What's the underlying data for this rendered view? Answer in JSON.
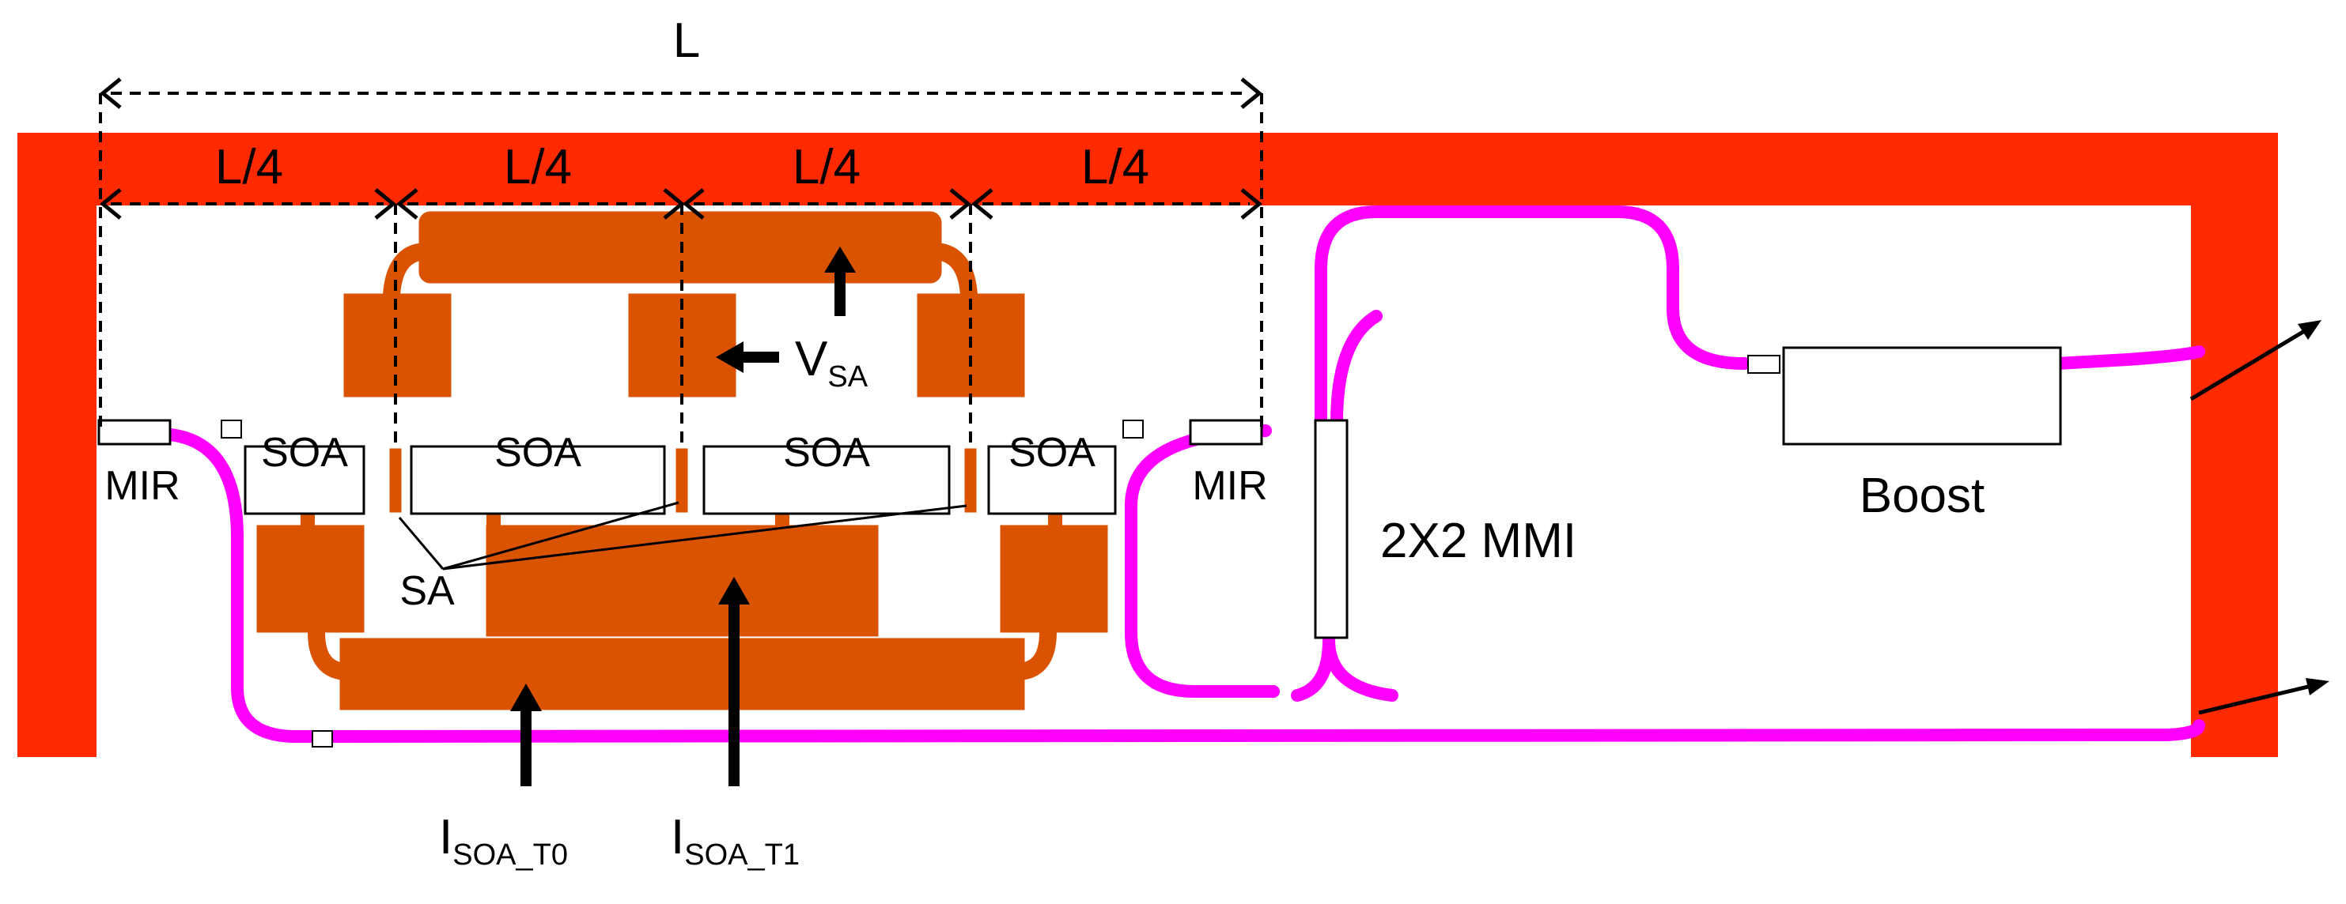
{
  "labels": {
    "total_length": "L",
    "quarter_length": "L/4",
    "soa": "SOA",
    "mirror": "MIR",
    "sa": "SA",
    "mmi": "2X2 MMI",
    "boost": "Boost",
    "v_sa_main": "V",
    "v_sa_sub": "SA",
    "i_soa_t0_main": "I",
    "i_soa_t0_sub": "SOA_T0",
    "i_soa_t1_main": "I",
    "i_soa_t1_sub": "SOA_T1"
  },
  "colors": {
    "chip_frame": "#ff2a00",
    "electrode": "#d95300",
    "waveguide": "#ff00ff",
    "arrow": "#000000",
    "component_border": "#000000"
  }
}
